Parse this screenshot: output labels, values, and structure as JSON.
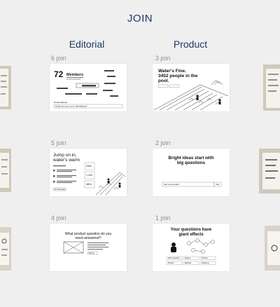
{
  "page": {
    "title": "JOIN"
  },
  "columns": [
    {
      "title": "Editorial"
    },
    {
      "title": "Product"
    }
  ],
  "cards": {
    "members": {
      "count_label": "6 join",
      "number": "72",
      "word": "Members",
      "input_label": "Email address",
      "input_placeholder": "Email: are you in on it, add address?"
    },
    "waters_fine": {
      "count_label": "3 join",
      "line1": "Water's Fine.",
      "line2": "3452 people in the",
      "line3": "pool."
    },
    "jump_on_in": {
      "count_label": "5 join",
      "line1": "Jump on in,",
      "line2": "water's warm",
      "stats": [
        "2342",
        "1,234",
        "4824"
      ],
      "cta": "Join this team"
    },
    "bright_ideas": {
      "count_label": "2 join",
      "line1": "Bright ideas start with",
      "line2": "big questions",
      "input_placeholder": "Ask your question",
      "button": "Ask"
    },
    "product_question": {
      "count_label": "4 join",
      "line1": "What product question do you",
      "line2": "need answered?",
      "button": "Submit"
    },
    "giant_effects": {
      "count_label": "1 join",
      "line1": "Your questions have",
      "line2": "giant effects",
      "chips": [
        "Add a question",
        "Explore",
        "Discuss",
        "Product",
        "Editorial",
        "Follow up"
      ]
    }
  },
  "colors": {
    "background": "#efefef",
    "heading": "#1f3a63",
    "count": "#8d8d8d",
    "card": "#ffffff"
  }
}
